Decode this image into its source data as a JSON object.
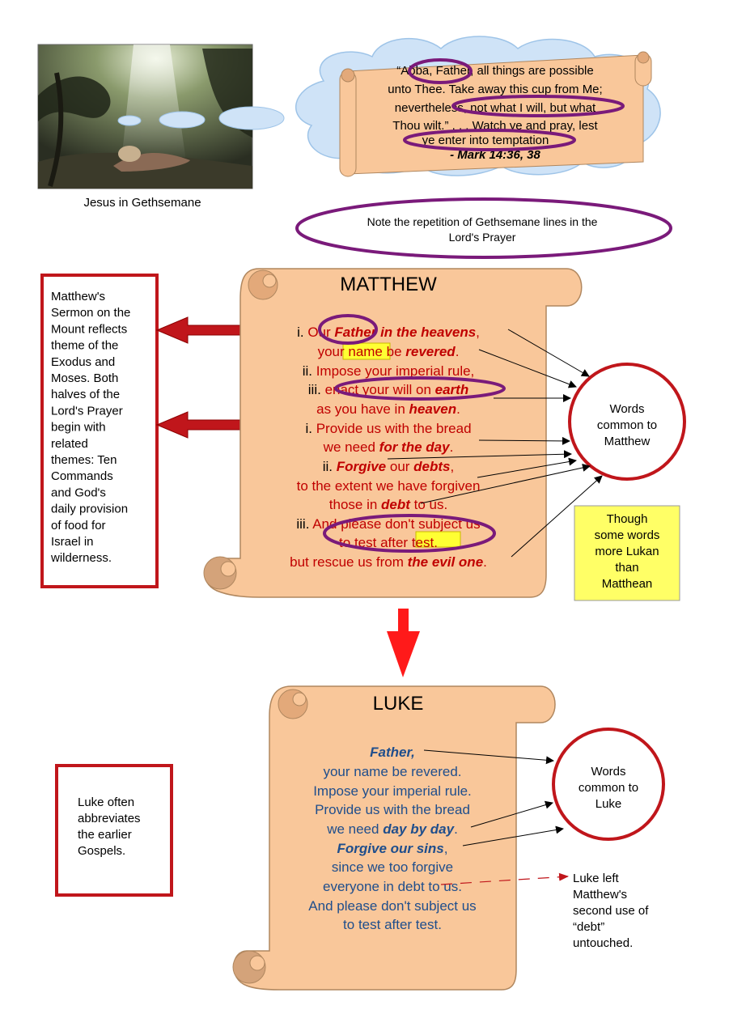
{
  "photo": {
    "caption": "Jesus in Gethsemane"
  },
  "quote": {
    "lines": [
      "“Abba, Father, all things are possible",
      "unto Thee. Take away this cup from Me;",
      "nevertheless, not what I will, but what",
      "Thou wilt.” . . .  Watch ye and pray, lest",
      "ye enter into temptation"
    ],
    "citation": "- Mark 14:36, 38"
  },
  "note": {
    "line1": "Note the repetition of Gethsemane lines in the",
    "line2": "Lord's Prayer"
  },
  "matthew": {
    "title": "MATTHEW",
    "l1_num": "i. ",
    "l1_a": "Our ",
    "l1_b": "Father in the heavens",
    "l1_c": ",",
    "l2_a": "your ",
    "l2_b": "name",
    "l2_c": " be ",
    "l2_d": "revered",
    "l2_e": ".",
    "l3_num": "ii. ",
    "l3_a": "Impose your imperial rule,",
    "l4_num": "iii. ",
    "l4_a": "enact your will on ",
    "l4_b": "earth",
    "l5_a": "as you have in ",
    "l5_b": "heaven",
    "l5_c": ".",
    "l6_num": "i. ",
    "l6_a": "Provide us with the bread",
    "l7_a": "we need ",
    "l7_b": "for the day",
    "l7_c": ".",
    "l8_num": "ii. ",
    "l8_a": "Forgive",
    "l8_b": " our ",
    "l8_c": "debts",
    "l8_d": ",",
    "l9_a": "to the extent we have forgiven",
    "l10_a": "those in ",
    "l10_b": "debt",
    "l10_c": " to us.",
    "l11_num": "iii. ",
    "l11_a": "And please don't subject us",
    "l12_a": "to test after ",
    "l12_b": "test",
    "l12_c": ".",
    "l13_a": "but rescue us from ",
    "l13_b": "the evil one",
    "l13_c": "."
  },
  "matthew_note": {
    "lines": [
      "Matthew's",
      "Sermon on the",
      "Mount reflects",
      "theme of the",
      "Exodus and",
      "Moses. Both",
      "halves of the",
      "Lord's Prayer",
      "begin with",
      "related",
      "themes: Ten",
      "Commands",
      "and God's",
      "daily provision",
      "of food for",
      "Israel in",
      "wilderness."
    ]
  },
  "matthew_circle": {
    "lines": [
      "Words",
      "common to",
      "Matthew"
    ]
  },
  "lukan_note": {
    "lines": [
      "Though",
      "some words",
      "more Lukan",
      "than",
      "Matthean"
    ]
  },
  "luke": {
    "title": "LUKE",
    "lines": [
      "Father,",
      "your name be revered.",
      "Impose your imperial rule.",
      "Provide us with the bread",
      "we need ",
      "day by day",
      ".",
      "Forgive our sins",
      ",",
      "since we too forgive",
      "everyone in debt to us.",
      "And please don't subject us",
      "to test after test."
    ]
  },
  "luke_note": {
    "lines": [
      "Luke often",
      "abbreviates",
      "the earlier",
      "Gospels."
    ]
  },
  "luke_circle": {
    "lines": [
      "Words",
      "common to",
      "Luke"
    ]
  },
  "debt_note": {
    "lines": [
      "Luke left",
      "Matthew's",
      "second use of",
      "“debt”",
      "untouched."
    ]
  },
  "colors": {
    "scroll_fill": "#f9c79a",
    "matthew_text": "#c00000",
    "luke_text": "#1f4e8c",
    "purple_outline": "#7a1a7a",
    "red_outline": "#c0161b",
    "highlight": "#ffff33",
    "cloud_fill": "#cfe3f7"
  },
  "icons": [
    "garden-painting-image",
    "thought-cloud-icon",
    "scroll-icon",
    "down-arrow-icon",
    "left-arrow-icon"
  ]
}
